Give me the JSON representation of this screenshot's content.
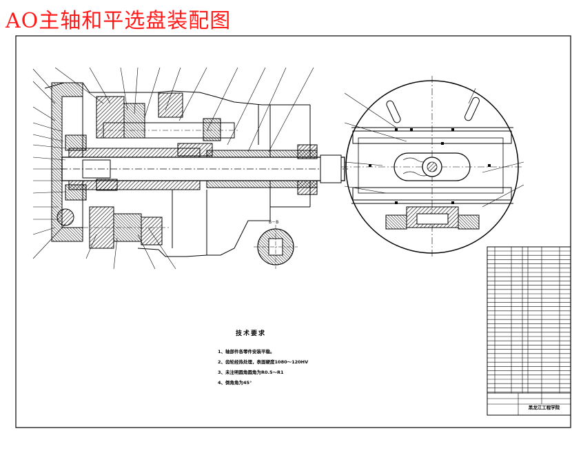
{
  "title": "AO主轴和平选盘装配图",
  "tech_requirements": {
    "heading": "技术要求",
    "items": [
      "1、轴部件各零件安装平稳。",
      "2、齿轮经热处理，表面硬度1080～120HV",
      "3、未注明圆角圆角为R0.5～R1",
      "4、倒角角为45°"
    ]
  },
  "section_label": "B－B",
  "title_block": {
    "school": "黑龙江工程学院"
  },
  "colors": {
    "title": "#ff1a1a",
    "line": "#000000",
    "hatch": "#000000"
  }
}
